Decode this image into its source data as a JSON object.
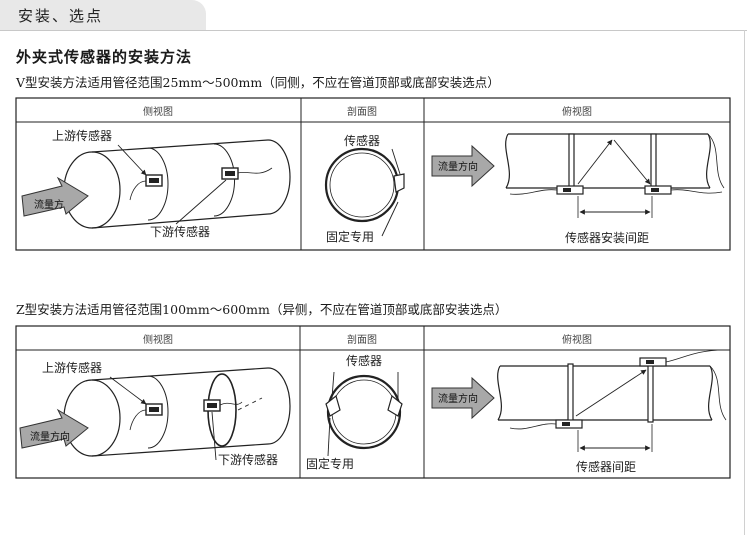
{
  "section": {
    "title": "安装、选点"
  },
  "heading": "外夹式传感器的安装方法",
  "v_method": {
    "description": "V型安装方法适用管径范围25mm～500mm（同侧，不应在管道顶部或底部安装选点）",
    "headers": {
      "side": "侧视图",
      "section": "剖面图",
      "top": "俯视图"
    },
    "upstream_label": "上游传感器",
    "downstream_label": "下游传感器",
    "flow_label": "流量方",
    "sensor_label": "传感器",
    "clamp_label": "固定专用",
    "top_flow_label": "流量方向",
    "spacing_label": "传感器安装间距"
  },
  "z_method": {
    "description": "Z型安装方法适用管径范围100mm～600mm（异侧，不应在管道顶部或底部安装选点）",
    "headers": {
      "side": "侧视图",
      "section": "剖面图",
      "top": "俯视图"
    },
    "upstream_label": "上游传感器",
    "downstream_label": "下游传感器",
    "flow_label": "流量方向",
    "sensor_label": "传感器",
    "clamp_label": "固定专用",
    "top_flow_label": "流量方向",
    "spacing_label": "传感器间距"
  },
  "colors": {
    "arrow_fill": "#a8a8a8",
    "header_bg": "#e8e8e8",
    "line": "#222222"
  }
}
